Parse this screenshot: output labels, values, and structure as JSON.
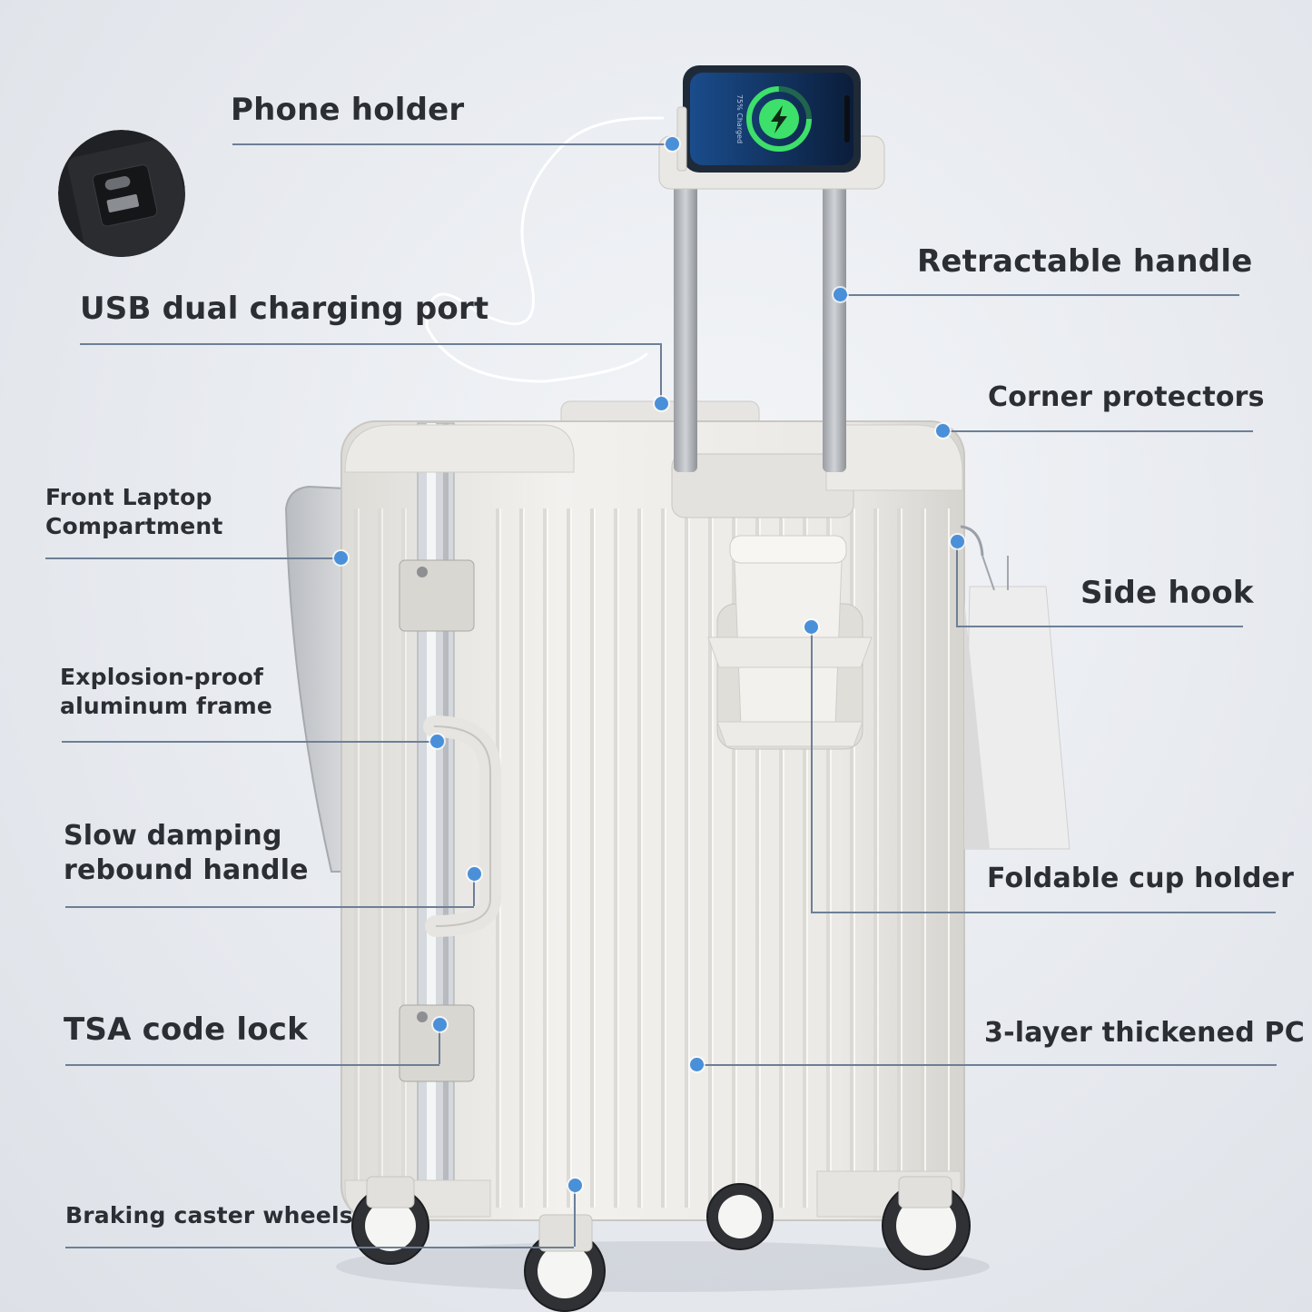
{
  "labels": {
    "phone_holder": "Phone holder",
    "usb_port": "USB dual charging port",
    "retractable_handle": "Retractable handle",
    "corner_protectors": "Corner protectors",
    "laptop_line1": "Front Laptop",
    "laptop_line2": "Compartment",
    "side_hook": "Side hook",
    "frame_line1": "Explosion-proof",
    "frame_line2": "aluminum frame",
    "damping_line1": "Slow damping",
    "damping_line2": "rebound handle",
    "cup_holder": "Foldable cup holder",
    "tsa_lock": "TSA code lock",
    "pc_shell": "3-layer thickened PC",
    "wheels": "Braking caster wheels"
  },
  "phone_screen_text": "75% Charged",
  "colors": {
    "accent_dot": "#4a90d9",
    "leader_line": "#6d7f96",
    "label_text": "#2b2e33",
    "suitcase_shell": "#eceae6",
    "charge_ring": "#3de06a"
  },
  "icons": [
    "usb-port-icon",
    "lightning-bolt-icon"
  ]
}
